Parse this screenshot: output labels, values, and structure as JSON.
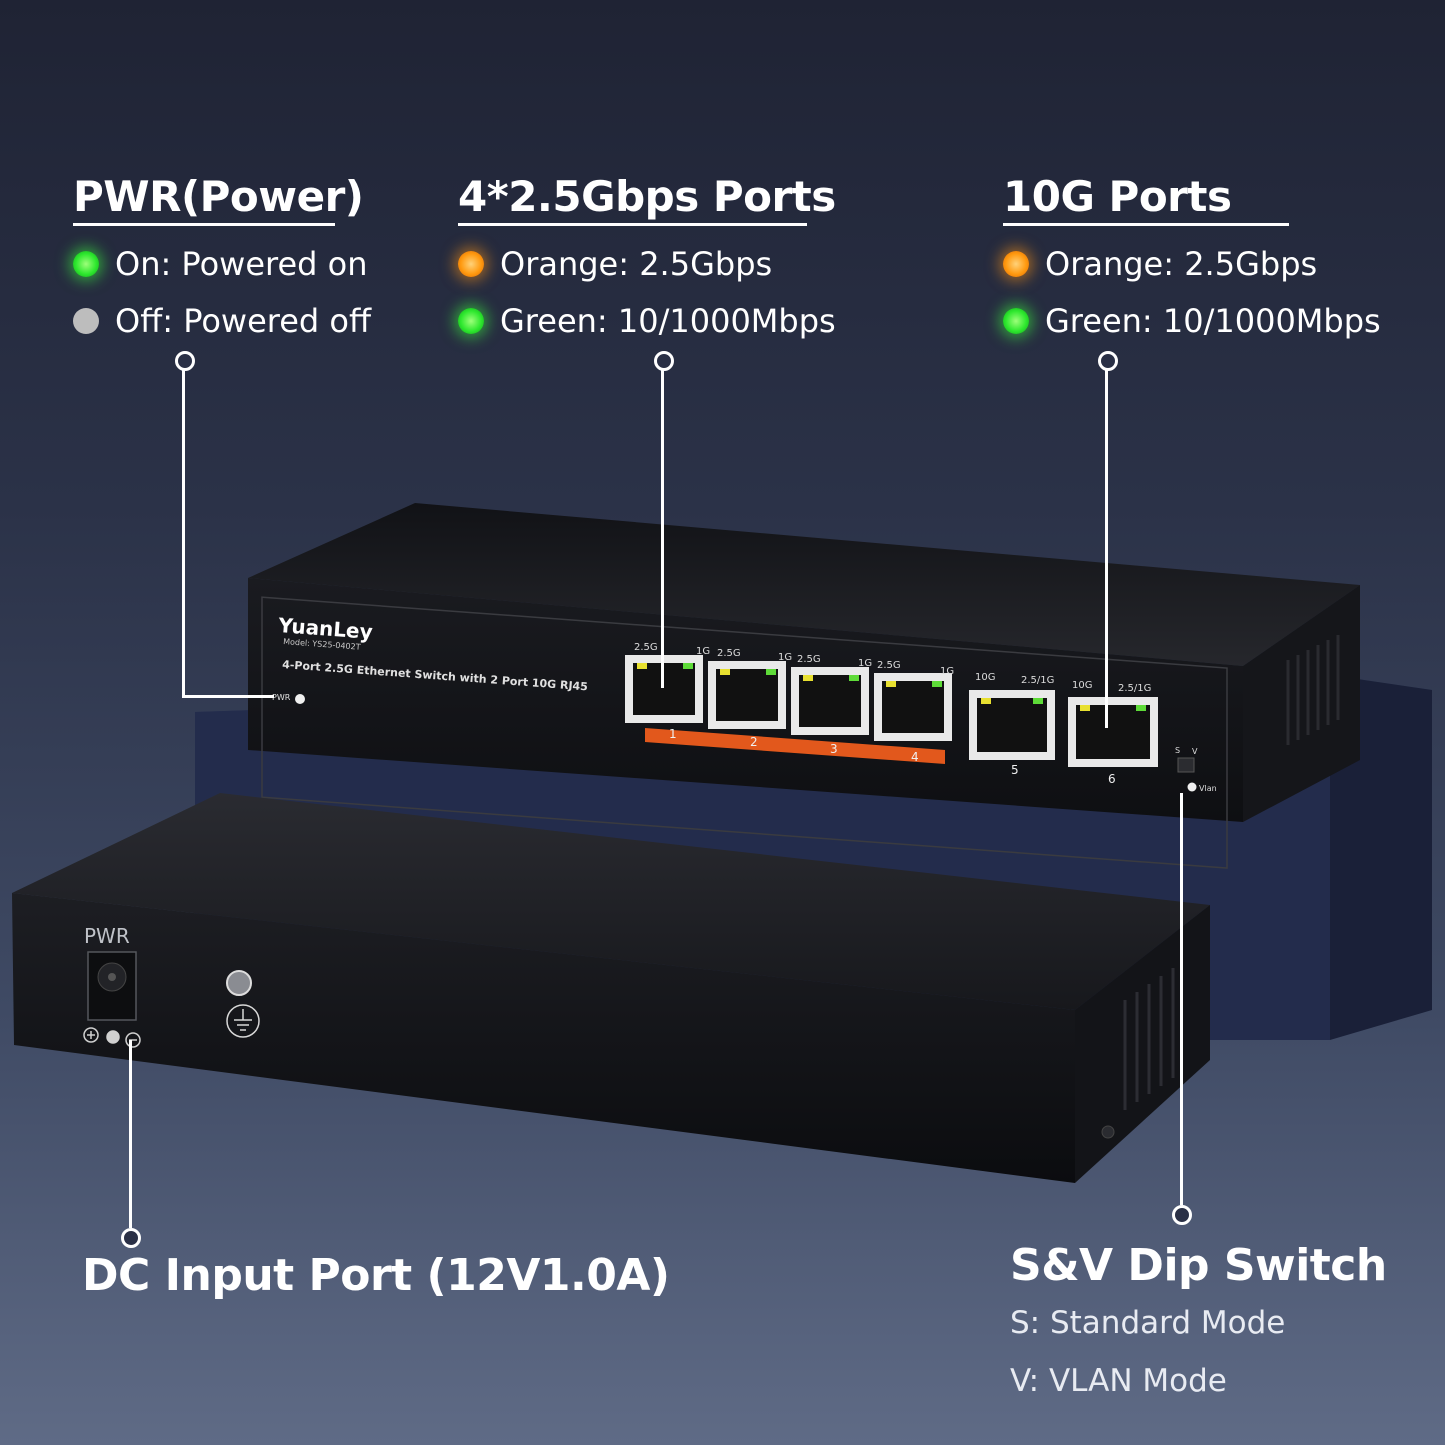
{
  "pwr_section": {
    "title": "PWR(Power)",
    "on_label": "On: Powered on",
    "off_label": "Off: Powered off"
  },
  "ports_25g_section": {
    "title": "4*2.5Gbps Ports",
    "orange_label": "Orange:  2.5Gbps",
    "green_label": "Green:  10/1000Mbps"
  },
  "ports_10g_section": {
    "title": "10G Ports",
    "orange_label": "Orange:  2.5Gbps",
    "green_label": "Green:  10/1000Mbps"
  },
  "dc_section": {
    "title": "DC Input Port (12V1.0A)"
  },
  "dip_section": {
    "title": "S&V Dip Switch",
    "s_label": "S: Standard Mode",
    "v_label": "V: VLAN Mode"
  },
  "device": {
    "brand": "YuanLey",
    "model": "Model: YS25-0402T",
    "description": "4-Port 2.5G Ethernet Switch with 2 Port 10G RJ45",
    "pwr_label": "PWR",
    "vlan_label": "Vlan",
    "dip_s": "S",
    "dip_v": "V",
    "port_speed_labels": [
      "2.5G",
      "1G",
      "2.5G",
      "1G",
      "2.5G",
      "1G",
      "2.5G",
      "1G",
      "10G",
      "2.5/1G",
      "10G",
      "2.5/1G"
    ],
    "port_numbers": [
      "1",
      "2",
      "3",
      "4",
      "5",
      "6"
    ],
    "rear_pwr_label": "PWR"
  },
  "colors": {
    "led_green": "#2ee82e",
    "led_orange": "#ff9a10",
    "led_off": "#bdbdbd",
    "port_stripe": "#e2581c"
  }
}
